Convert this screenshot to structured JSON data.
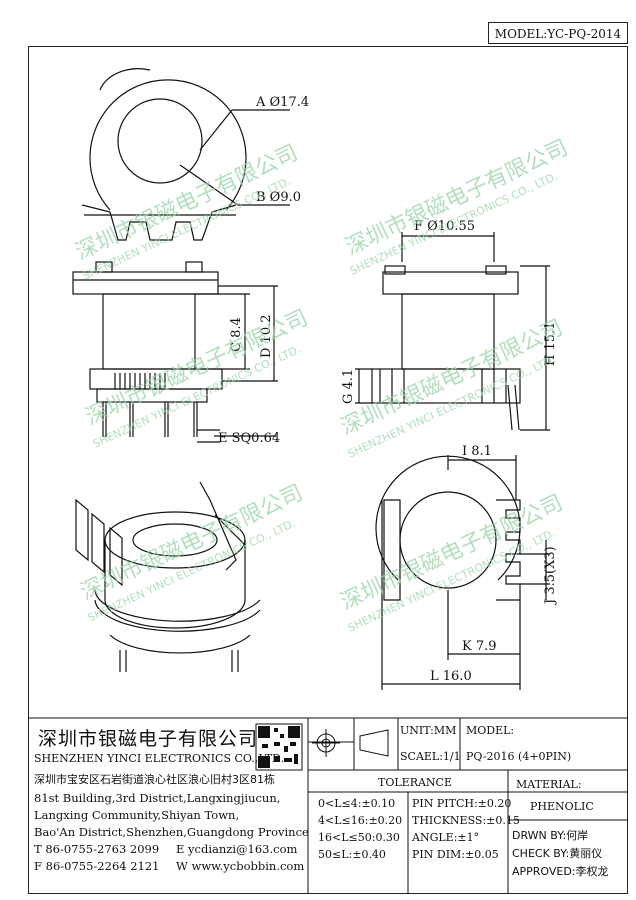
{
  "header": {
    "model": "MODEL:YC-PQ-2014"
  },
  "dimensions": {
    "a": "A Ø17.4",
    "b": "B Ø9.0",
    "c": "C 8.4",
    "d": "D 10.2",
    "e": "E SQ0.64",
    "f": "F Ø10.55",
    "g": "G 4.1",
    "h": "H 15.1",
    "i": "I 8.1",
    "j": "J 3.5(X3)",
    "k": "K 7.9",
    "l": "L 16.0"
  },
  "watermark": {
    "cn": "深圳市银磁电子有限公司",
    "en": "SHENZHEN YINCI ELECTRONICS CO., LTD."
  },
  "title_block": {
    "company_cn": "深圳市银磁电子有限公司",
    "company_en": "SHENZHEN YINCI ELECTRONICS CO.,LTD.",
    "address_lines": [
      "深圳市宝安区石岩街道浪心社区浪心旧村3区81栋",
      "81st Building,3rd District,Langxingjiucun,",
      "Langxing Community,Shiyan Town,",
      "Bao'An District,Shenzhen,Guangdong Province"
    ],
    "tel": "T 86-0755-2763 2099",
    "email": "E ycdianzi@163.com",
    "fax": "F 86-0755-2264 2121",
    "web": "W www.ycbobbin.com",
    "unit": "UNIT:MM",
    "scale": "SCAEL:1/1",
    "model_label": "MODEL:",
    "model_value": "PQ-2016 (4+0PIN)",
    "tolerance_title": "TOLERANCE",
    "tol_left": [
      "0<L≤4:±0.10",
      "4<L≤16:±0.20",
      "16<L≤50:0.30",
      "50≤L:±0.40"
    ],
    "tol_right": [
      "PIN PITCH:±0.20",
      "THICKNESS:±0.15",
      "ANGLE:±1°",
      "PIN DIM:±0.05"
    ],
    "material_label": "MATERIAL:",
    "material_value": "PHENOLIC",
    "drawn_by": "DRWN BY:何岸",
    "check_by": "CHECK BY:黄丽仪",
    "approved": "APPROVED:李权龙"
  }
}
